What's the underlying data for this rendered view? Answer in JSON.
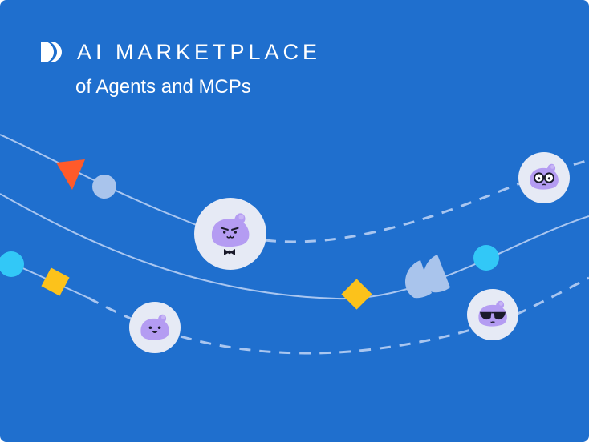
{
  "header": {
    "title": "AI MARKETPLACE",
    "subtitle": "of Agents and MCPs",
    "logo_icon": "double-play-logo"
  },
  "colors": {
    "background": "#1f6fce",
    "line": "#a9c6f0",
    "avatar_circle": "#e6eaf5",
    "avatar": "#b49cf2",
    "triangle": "#ff5a2a",
    "diamond": "#fcc21b",
    "dot_light": "#a9c4ec",
    "dot_cyan": "#32c8f7"
  },
  "characters": [
    {
      "name": "mascot-bowtie",
      "accessory": "bowtie"
    },
    {
      "name": "mascot-glasses",
      "accessory": "glasses"
    },
    {
      "name": "mascot-smile",
      "accessory": "none"
    },
    {
      "name": "mascot-sunglasses",
      "accessory": "sunglasses"
    }
  ]
}
